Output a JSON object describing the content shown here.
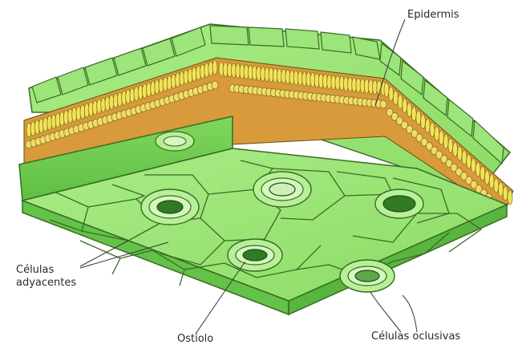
{
  "labels": {
    "epidermis": "Epidermis",
    "celulas_adyacentes_line1": "Células",
    "celulas_adyacentes_line2": "adyacentes",
    "ostiolo": "Ostiolo",
    "celulas_oclusivas": "Células oclusivas"
  },
  "colors": {
    "epidermis_green": "#8ee06a",
    "epidermis_light": "#a9ec86",
    "side_green": "#6fc94e",
    "cell_outline": "#3b6a23",
    "mesophyll_yellow": "#f2e25a",
    "mesophyll_orange": "#d89a3a",
    "leader_line": "#333333"
  }
}
